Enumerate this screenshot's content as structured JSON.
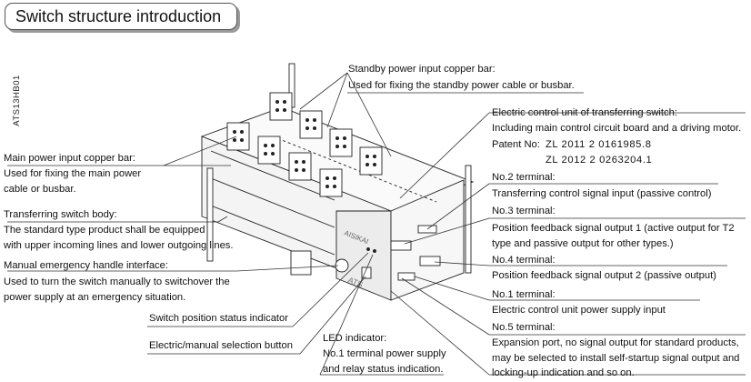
{
  "title": "Switch structure introduction",
  "drawing_code": "ATS13HB01",
  "labels": {
    "standby_bar_title": "Standby power input copper bar:",
    "standby_bar_desc": "Used for fixing the standby power cable or busbar.",
    "main_bar_title": "Main power input copper bar:",
    "main_bar_desc_1": "Used for fixing the main power",
    "main_bar_desc_2": "cable or busbar.",
    "body_title": "Transferring switch body:",
    "body_desc_1": "The standard type product shall be equipped",
    "body_desc_2": "with upper incoming lines and lower outgoing lines.",
    "handle_title": "Manual emergency handle interface:",
    "handle_desc_1": "Used to turn the switch manually to switchover the",
    "handle_desc_2": "power supply at an emergency situation.",
    "position_indicator": "Switch position status indicator",
    "selection_button": "Electric/manual selection button",
    "led_title": "LED indicator:",
    "led_desc_1": "No.1 terminal power supply",
    "led_desc_2": "and relay status indication.",
    "ecu_title": "Electric control unit of transferring switch:",
    "ecu_desc": "Including main control circuit board and a driving motor.",
    "patent_label": "Patent No:",
    "patent_1": "ZL 2011 2 0161985.8",
    "patent_2": "ZL 2012 2 0263204.1",
    "t2_title": "No.2 terminal:",
    "t2_desc": "Transferring control signal input (passive control)",
    "t3_title": "No.3 terminal:",
    "t3_desc_1": "Position feedback signal output 1 (active output for T2",
    "t3_desc_2": "type and passive output for other types.)",
    "t4_title": "No.4 terminal:",
    "t4_desc": "Position feedback signal output 2 (passive output)",
    "t1_title": "No.1 terminal:",
    "t1_desc": "Electric control unit power supply input",
    "t5_title": "No.5 terminal:",
    "t5_desc_1": "Expansion port, no signal output for standard products,",
    "t5_desc_2": "may be selected to install self-startup signal output and",
    "t5_desc_3": "locking-up indication and so on."
  },
  "device_marks": {
    "brand_text": "AISIKAI",
    "front_text": "ATS"
  }
}
